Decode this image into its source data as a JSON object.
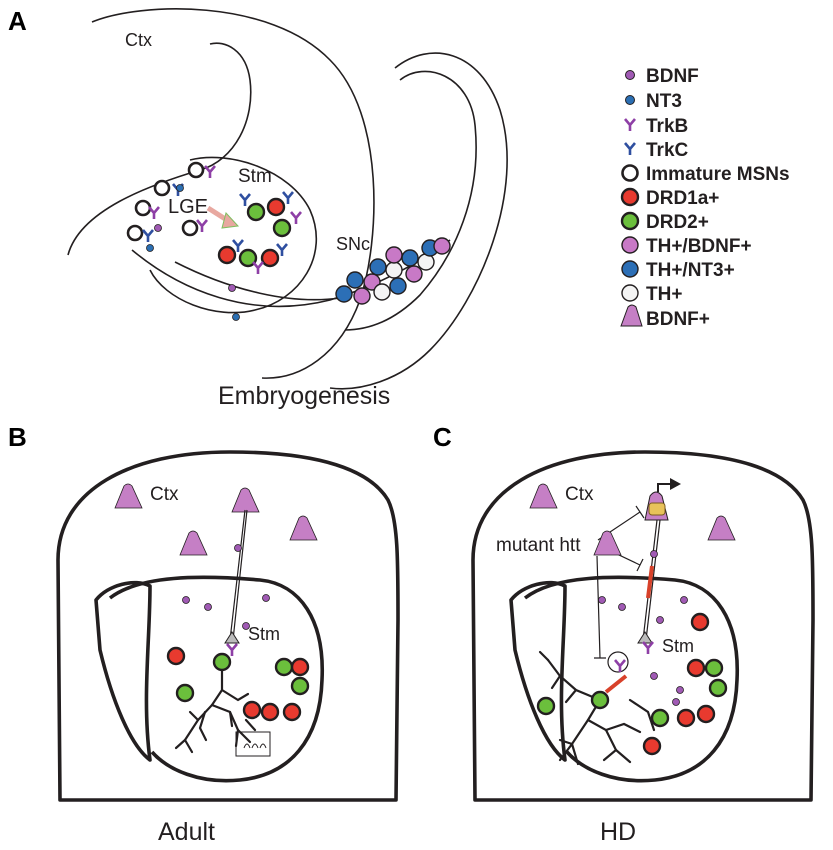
{
  "panels": {
    "a": {
      "letter": "A",
      "caption": "Embryogenesis",
      "labels": {
        "ctx": "Ctx",
        "lge": "LGE",
        "stm": "Stm",
        "snc": "SNc"
      }
    },
    "b": {
      "letter": "B",
      "caption": "Adult",
      "labels": {
        "ctx": "Ctx",
        "stm": "Stm"
      }
    },
    "c": {
      "letter": "C",
      "caption": "HD",
      "labels": {
        "ctx": "Ctx",
        "stm": "Stm",
        "mutant": "mutant htt"
      }
    }
  },
  "legend": [
    {
      "key": "bdnf",
      "label": "BDNF"
    },
    {
      "key": "nt3",
      "label": "NT3"
    },
    {
      "key": "trkb",
      "label": "TrkB"
    },
    {
      "key": "trkc",
      "label": "TrkC"
    },
    {
      "key": "immature",
      "label": "Immature MSNs"
    },
    {
      "key": "drd1",
      "label": "DRD1a+"
    },
    {
      "key": "drd2",
      "label": "DRD2+"
    },
    {
      "key": "thbdnf",
      "label": "TH+/BDNF+"
    },
    {
      "key": "thnt3",
      "label": "TH+/NT3+"
    },
    {
      "key": "th",
      "label": "TH+"
    },
    {
      "key": "bdnfcell",
      "label": "BDNF+"
    }
  ],
  "colors": {
    "bdnf": "#a05ab4",
    "nt3": "#2b6fb3",
    "trkb": "#8e3fa6",
    "trkc": "#2f4fa0",
    "drd1": "#e83a2f",
    "drd2": "#6bbf3c",
    "thbdnf": "#c879c6",
    "thnt3": "#2c6fb6",
    "th": "#f4f4f4",
    "bdnfcell": "#c57fc5",
    "outline": "#231f20",
    "mutant_bar": "#d8412a"
  }
}
